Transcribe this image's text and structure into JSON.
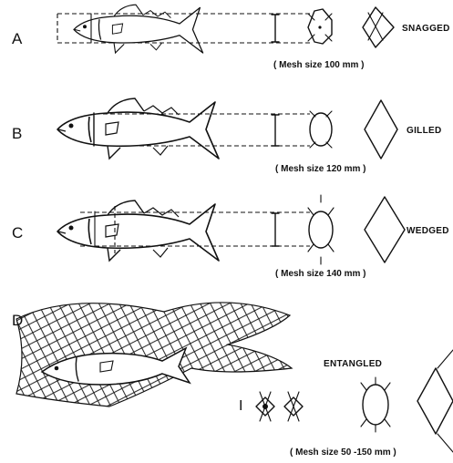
{
  "panels": [
    {
      "letter": "A",
      "label": "SNAGGED",
      "mesh_caption": "( Mesh size 100 mm )"
    },
    {
      "letter": "B",
      "label": "GILLED",
      "mesh_caption": "( Mesh size 120 mm )"
    },
    {
      "letter": "C",
      "label": "WEDGED",
      "mesh_caption": "( Mesh size 140 mm )"
    },
    {
      "letter": "D",
      "label": "ENTANGLED",
      "mesh_caption": "( Mesh size 50 -150 mm )"
    }
  ],
  "entangled_extra_mark": "I"
}
